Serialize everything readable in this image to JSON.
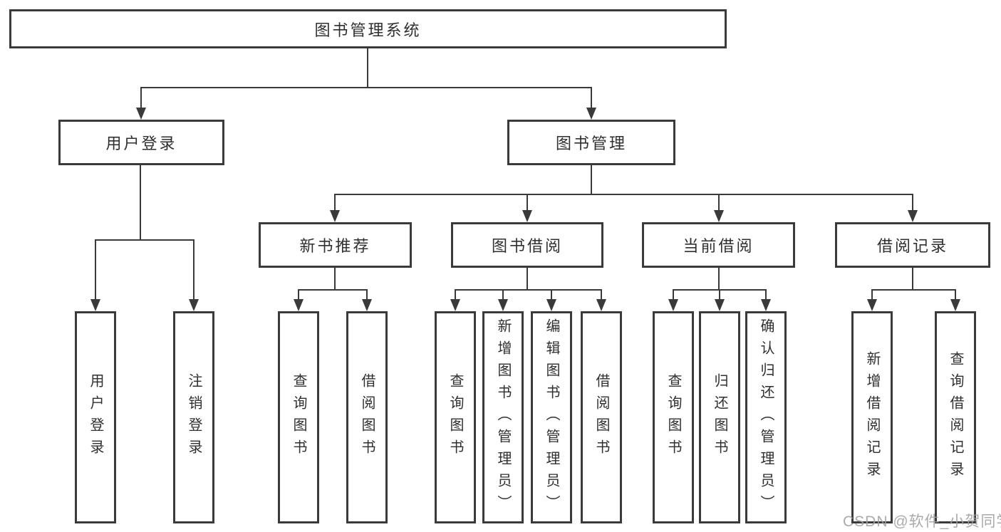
{
  "title": {
    "label": "图书管理系统"
  },
  "level2": [
    {
      "id": "user-login",
      "label": "用户登录"
    },
    {
      "id": "book-management",
      "label": "图书管理"
    }
  ],
  "level3": [
    {
      "id": "new-book-recommend",
      "label": "新书推荐"
    },
    {
      "id": "book-borrow",
      "label": "图书借阅"
    },
    {
      "id": "current-borrow",
      "label": "当前借阅"
    },
    {
      "id": "borrow-records",
      "label": "借阅记录"
    }
  ],
  "leaves": [
    {
      "group": "user-login",
      "label": "用户登录"
    },
    {
      "group": "user-login",
      "label": "注销登录"
    },
    {
      "group": "new-book-recommend",
      "label": "查询图书"
    },
    {
      "group": "new-book-recommend",
      "label": "借阅图书"
    },
    {
      "group": "book-borrow",
      "label": "查询图书"
    },
    {
      "group": "book-borrow",
      "label": "新增图书（管理员）"
    },
    {
      "group": "book-borrow",
      "label": "编辑图书（管理员）"
    },
    {
      "group": "book-borrow",
      "label": "借阅图书"
    },
    {
      "group": "current-borrow",
      "label": "查询图书"
    },
    {
      "group": "current-borrow",
      "label": "归还图书"
    },
    {
      "group": "current-borrow",
      "label": "确认归还（管理员）"
    },
    {
      "group": "borrow-records",
      "label": "新增借阅记录"
    },
    {
      "group": "borrow-records",
      "label": "查询借阅记录"
    }
  ],
  "watermark": {
    "text": "CSDN @软件_小贺同学"
  },
  "colors": {
    "line": "#3a3a3a",
    "box_border": "#3a3a3a",
    "text": "#2f2f2f",
    "background": "#ffffff",
    "watermark": "#9e9e9e"
  }
}
